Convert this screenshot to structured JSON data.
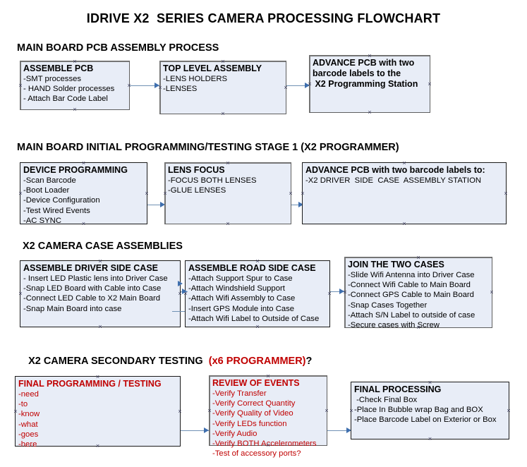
{
  "title": "IDRIVE X2  SERIES CAMERA PROCESSING FLOWCHART",
  "colors": {
    "box_fill": "#e8edf7",
    "box_border": "#1a1a1a",
    "connector": "#7091b4",
    "red_text": "#c00000"
  },
  "sections": [
    {
      "id": "main-board-pcb-assembly-process",
      "header": "MAIN BOARD PCB ASSEMBLY PROCESS",
      "header_red": "",
      "nodes": [
        {
          "id": "assemble-pcb",
          "title": "ASSEMBLE PCB",
          "lines": [
            "-SMT processes",
            "- HAND Solder processes",
            "- Attach Bar Code Label"
          ]
        },
        {
          "id": "top-level-assembly",
          "title": "TOP LEVEL ASSEMBLY",
          "lines": [
            "-LENS HOLDERS",
            "-LENSES"
          ]
        },
        {
          "id": "advance-pcb-to-x2-programming-station",
          "title": "ADVANCE PCB with two",
          "lines": [
            "barcode labels to the",
            " X2 Programming Station"
          ]
        }
      ]
    },
    {
      "id": "main-board-initial-programming-testing-stage-1",
      "header": "MAIN BOARD INITIAL PROGRAMMING/TESTING STAGE 1 (X2 PROGRAMMER)",
      "header_red": "",
      "nodes": [
        {
          "id": "device-programming",
          "title": "DEVICE PROGRAMMING",
          "lines": [
            "-Scan Barcode",
            "-Boot Loader",
            "-Device Configuration",
            "-Test Wired Events",
            "-AC SYNC"
          ]
        },
        {
          "id": "lens-focus",
          "title": "LENS FOCUS",
          "lines": [
            "-FOCUS BOTH LENSES",
            "-GLUE LENSES"
          ]
        },
        {
          "id": "advance-pcb-to-driver-side-case-assembly-station",
          "title": "ADVANCE PCB with two barcode labels to:",
          "lines": [
            "-X2 DRIVER  SIDE  CASE  ASSEMBLY STATION"
          ]
        }
      ]
    },
    {
      "id": "x2-camera-case-assemblies",
      "header": "X2 CAMERA CASE ASSEMBLIES",
      "header_red": "",
      "nodes": [
        {
          "id": "assemble-driver-side-case",
          "title": "ASSEMBLE DRIVER SIDE CASE",
          "lines": [
            "- Insert LED Plastic lens into Driver Case",
            "-Snap LED Board with Cable into Case",
            "-Connect LED Cable to X2 Main Board",
            "-Snap Main Board into case"
          ]
        },
        {
          "id": "assemble-road-side-case",
          "title": "ASSEMBLE ROAD SIDE CASE",
          "lines": [
            "-Attach Support Spur to Case",
            "-Attach Windshield Support",
            "-Attach Wifi Assembly to Case",
            "-Insert GPS Module into Case",
            "-Attach Wifi Label to Outside of Case"
          ]
        },
        {
          "id": "join-the-two-cases",
          "title": "JOIN THE TWO CASES",
          "lines": [
            "-Slide Wifi Antenna into Driver Case",
            "-Connect Wifi Cable to Main Board",
            "-Connect GPS Cable to Main Board",
            "-Snap Cases Together",
            "-Attach S/N Label to outside of case",
            "-Secure cases with Screw"
          ]
        }
      ]
    },
    {
      "id": "x2-camera-secondary-testing",
      "header": "X2 CAMERA SECONDARY TESTING  ",
      "header_red": "(x6 PROGRAMMER)",
      "header_tail": "?",
      "nodes": [
        {
          "id": "final-programming-testing",
          "title": "FINAL PROGRAMMING / TESTING",
          "lines": [
            "-need",
            "-to",
            "-know",
            "-what",
            "-goes",
            "-here"
          ]
        },
        {
          "id": "review-of-events",
          "title": "REVIEW OF EVENTS",
          "lines": [
            "-Verify Transfer",
            "-Verify Correct Quantity",
            "-Verify Quality of Video",
            "-Verify LEDs function",
            "-Verify Audio",
            "-Verify BOTH Accelerometers",
            "-Test of accessory ports?"
          ]
        },
        {
          "id": "final-processing",
          "title": "FINAL PROCESSING",
          "lines": [
            " -Check Final Box",
            "-Place In Bubble wrap Bag and BOX",
            "-Place Barcode Label on Exterior or Box"
          ]
        }
      ]
    }
  ]
}
